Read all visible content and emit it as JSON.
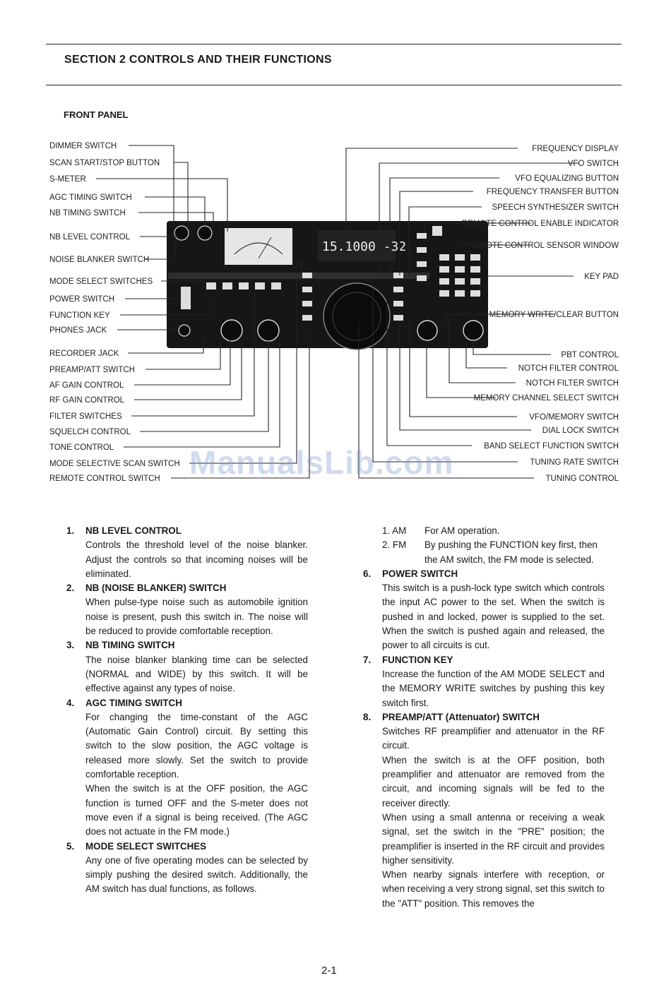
{
  "header": {
    "section_title": "SECTION 2 CONTROLS AND THEIR FUNCTIONS"
  },
  "front_panel": {
    "title": "FRONT PANEL",
    "display_text": "15.1000 -32",
    "left_callouts": [
      "DIMMER SWITCH",
      "SCAN START/STOP BUTTON",
      "S-METER",
      "AGC TIMING SWITCH",
      "NB TIMING SWITCH",
      "NB LEVEL CONTROL",
      "NOISE BLANKER SWITCH",
      "MODE SELECT SWITCHES",
      "POWER SWITCH",
      "FUNCTION KEY",
      "PHONES JACK",
      "RECORDER JACK",
      "PREAMP/ATT SWITCH",
      "AF GAIN CONTROL",
      "RF GAIN CONTROL",
      "FILTER SWITCHES",
      "SQUELCH CONTROL",
      "TONE CONTROL",
      "MODE SELECTIVE SCAN SWITCH",
      "REMOTE CONTROL SWITCH"
    ],
    "right_callouts": [
      "FREQUENCY DISPLAY",
      "VFO SWITCH",
      "VFO EQUALIZING BUTTON",
      "FREQUENCY TRANSFER BUTTON",
      "SPEECH SYNTHESIZER SWITCH",
      "REMOTE CONTROL ENABLE INDICATOR",
      "REMOTE CONTROL SENSOR WINDOW",
      "KEY PAD",
      "MEMORY WRITE/CLEAR BUTTON",
      "PBT CONTROL",
      "NOTCH FILTER CONTROL",
      "NOTCH FILTER SWITCH",
      "MEMORY CHANNEL SELECT SWITCH",
      "VFO/MEMORY SWITCH",
      "DIAL LOCK SWITCH",
      "BAND SELECT FUNCTION SWITCH",
      "TUNING RATE SWITCH",
      "TUNING CONTROL"
    ]
  },
  "left_column": [
    {
      "number": "1.",
      "heading": "NB LEVEL CONTROL",
      "paragraphs": [
        "Controls the threshold level of the noise blanker. Adjust the controls so that incoming noises will be eliminated."
      ]
    },
    {
      "number": "2.",
      "heading": "NB (NOISE BLANKER) SWITCH",
      "paragraphs": [
        "When pulse-type noise such as automobile ignition noise is present, push this switch in. The noise will be reduced to provide comfortable reception."
      ]
    },
    {
      "number": "3.",
      "heading": "NB TIMING SWITCH",
      "paragraphs": [
        "The noise blanker blanking time can be selected (NORMAL and WIDE) by this switch. It will be effective against any types of noise."
      ]
    },
    {
      "number": "4.",
      "heading": "AGC TIMING SWITCH",
      "paragraphs": [
        "For changing the time-constant of the AGC (Automatic Gain Control) circuit. By setting this switch to the slow position, the AGC voltage is released more slowly. Set the switch to provide comfortable reception.",
        "When the switch is at the OFF position, the AGC function is turned OFF and the S-meter does not move even if a signal is being received. (The AGC does not actuate in the FM mode.)"
      ]
    },
    {
      "number": "5.",
      "heading": "MODE SELECT SWITCHES",
      "paragraphs": [
        "Any one of five operating modes can be selected by simply pushing the desired switch. Additionally, the AM switch has dual functions, as follows."
      ]
    }
  ],
  "right_column": {
    "sub_items": [
      {
        "number": "1. AM",
        "text": "For AM operation."
      },
      {
        "number": "2. FM",
        "text": "By pushing the FUNCTION key first, then the AM switch, the FM mode is selected."
      }
    ],
    "items": [
      {
        "number": "6.",
        "heading": "POWER SWITCH",
        "paragraphs": [
          "This switch is a push-lock type switch which controls the input AC power to the set. When the switch is pushed in and locked, power is supplied to the set. When the switch is pushed again and released, the power to all circuits is cut."
        ]
      },
      {
        "number": "7.",
        "heading": "FUNCTION KEY",
        "paragraphs": [
          "Increase the function of the AM MODE SELECT and the MEMORY WRITE switches by pushing this key switch first."
        ]
      },
      {
        "number": "8.",
        "heading": "PREAMP/ATT (Attenuator) SWITCH",
        "paragraphs": [
          "Switches RF preamplifier and attenuator in the RF circuit.",
          "When the switch is at the OFF position, both preamplifier and attenuator are removed from the circuit, and incoming signals will be fed to the receiver directly.",
          "When using a small antenna or receiving a weak signal, set the switch in the \"PRE\" position; the preamplifier is inserted in the RF circuit and provides higher sensitivity.",
          "When nearby signals interfere with reception, or when receiving a very strong signal, set this switch to the \"ATT\" position. This removes the"
        ]
      }
    ]
  },
  "footer": {
    "page_number": "2-1",
    "watermark": "ManualsLib.com"
  }
}
